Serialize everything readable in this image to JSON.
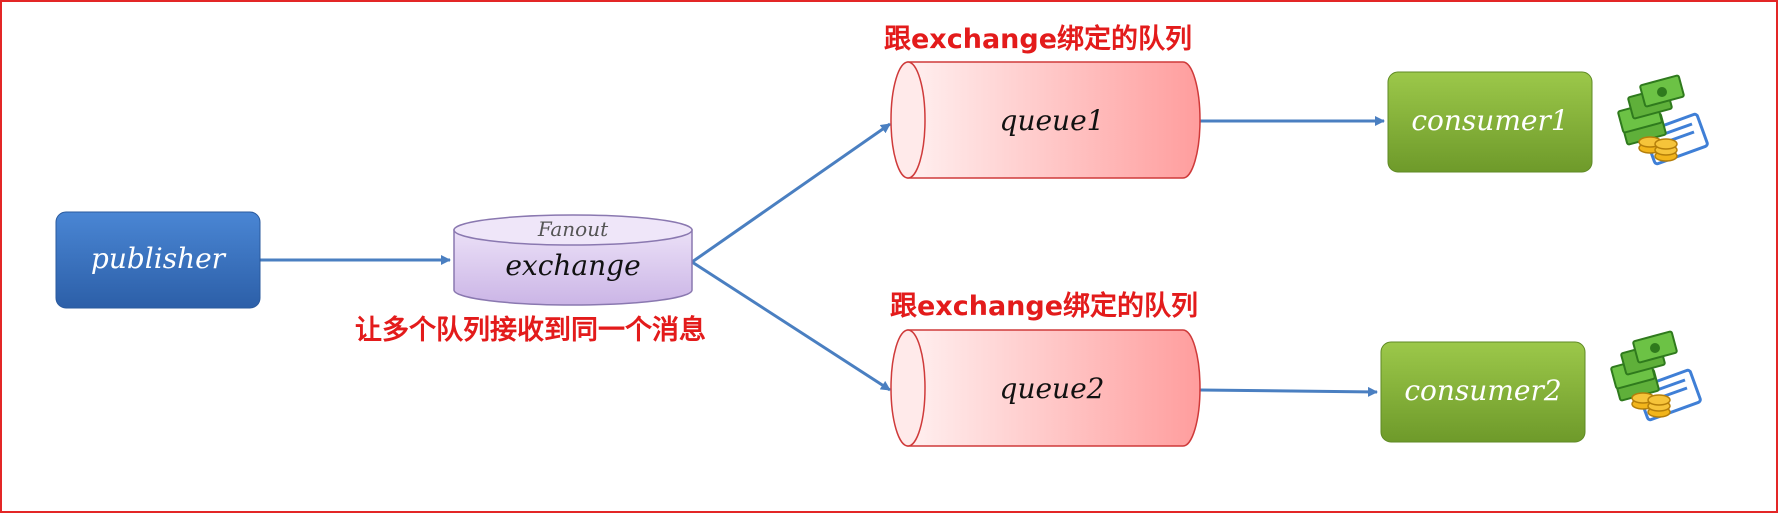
{
  "diagram": {
    "publisher": {
      "label": "publisher"
    },
    "exchange": {
      "type_label": "Fanout",
      "label": "exchange",
      "caption": "让多个队列接收到同一个消息"
    },
    "queues": [
      {
        "label": "queue1",
        "caption": "跟exchange绑定的队列"
      },
      {
        "label": "queue2",
        "caption": "跟exchange绑定的队列"
      }
    ],
    "consumers": [
      {
        "label": "consumer1",
        "icon": "money-icon"
      },
      {
        "label": "consumer2",
        "icon": "money-icon"
      }
    ],
    "colors": {
      "publisher": "#3a74c4",
      "exchange": "#d9c8ee",
      "queue": "#ffb3b3",
      "consumer": "#8ab43b",
      "arrow": "#4a7fc1",
      "caption": "#e31b1b",
      "frame": "#e32626"
    }
  }
}
